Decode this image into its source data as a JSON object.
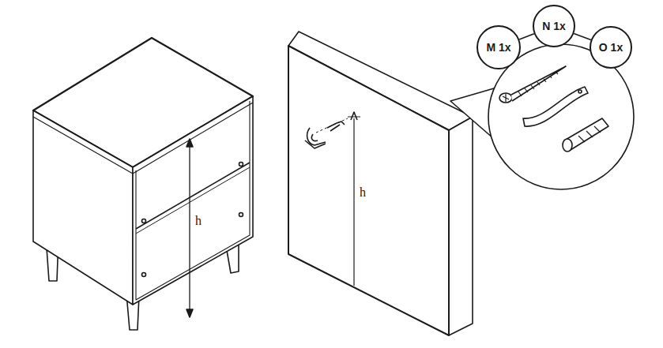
{
  "diagram": {
    "nodes": [
      {
        "text": [
          "M 1x"
        ]
      },
      {
        "text": [
          "N 1x"
        ]
      },
      {
        "text": [
          "O 1x"
        ]
      }
    ],
    "edges": [
      {
        "from": 0,
        "to": 1,
        "arrow": "none"
      },
      {
        "from": 1,
        "to": 2,
        "arrow": "none"
      }
    ],
    "labels": [
      "h",
      "h"
    ]
  }
}
